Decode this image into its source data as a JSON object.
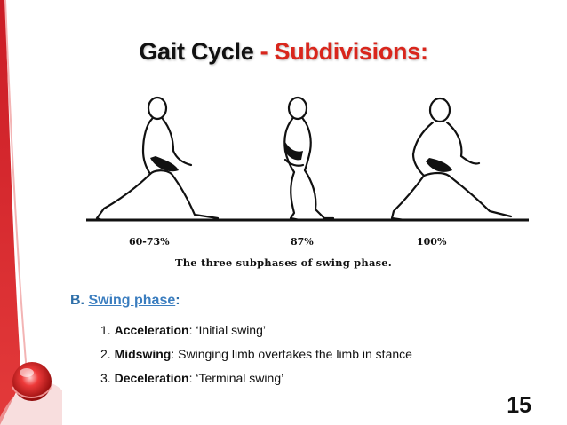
{
  "slide": {
    "title_main": "Gait Cycle",
    "title_sub": " - Subdivisions:",
    "accent_color": "#d9261c",
    "link_color": "#3a7dbf",
    "page_number": "15"
  },
  "figure": {
    "labels": [
      "60-73%",
      "87%",
      "100%"
    ],
    "caption": "The three subphases of swing phase."
  },
  "section": {
    "prefix": "B. ",
    "link_text": "Swing phase",
    "suffix": ":"
  },
  "list": [
    {
      "num": "1. ",
      "term": "Acceleration",
      "sep": ": ",
      "desc": "‘Initial swing’"
    },
    {
      "num": "2. ",
      "term": "Midswing",
      "sep": ": ",
      "desc": "Swinging limb overtakes the limb in stance"
    },
    {
      "num": "3. ",
      "term": "Deceleration",
      "sep": ": ",
      "desc": "‘Terminal swing’"
    }
  ]
}
